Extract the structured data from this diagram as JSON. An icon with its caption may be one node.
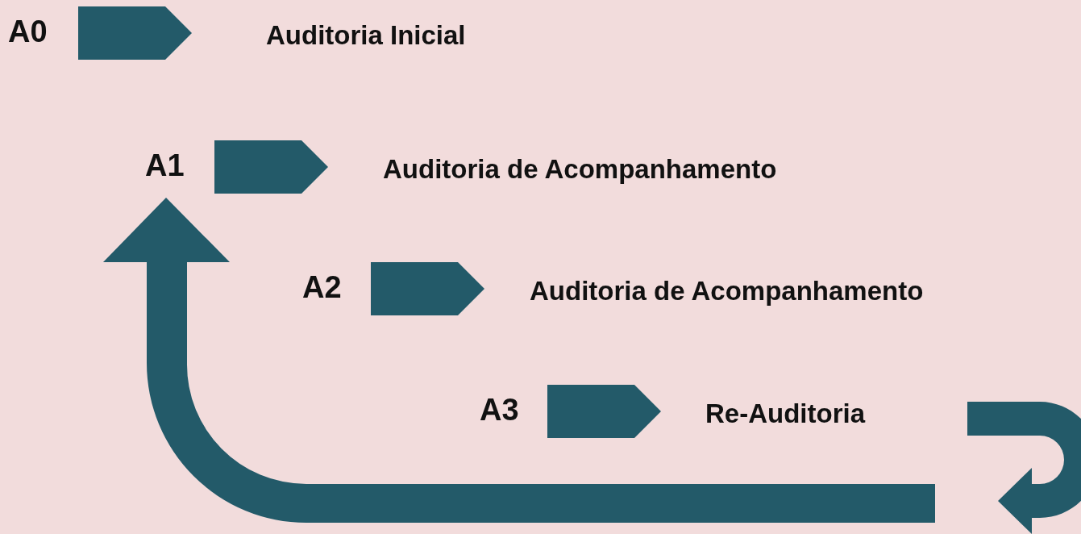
{
  "diagram": {
    "nodes": [
      {
        "text": [
          "A0",
          "Auditoria Inicial"
        ]
      },
      {
        "text": [
          "A1",
          "Auditoria de Acompanhamento"
        ]
      },
      {
        "text": [
          "A2",
          "Auditoria de Acompanhamento"
        ]
      },
      {
        "text": [
          "A3",
          "Re-Auditoria"
        ]
      }
    ],
    "edges": [
      {
        "from": 3,
        "to": 1,
        "arrow": "to",
        "style": "thick"
      }
    ]
  }
}
